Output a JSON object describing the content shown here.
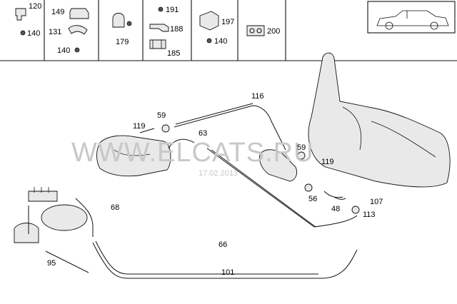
{
  "legend_labels": [
    "120",
    "140",
    "149",
    "131",
    "140",
    "179",
    "191",
    "188",
    "185",
    "197",
    "140",
    "200"
  ],
  "diagram_labels": [
    "116",
    "59",
    "119",
    "63",
    "59",
    "119",
    "56",
    "48",
    "107",
    "113",
    "68",
    "66",
    "95",
    "101"
  ],
  "watermark": "WWW.ELCATS.RU",
  "watermark_date": "17.02.2013"
}
